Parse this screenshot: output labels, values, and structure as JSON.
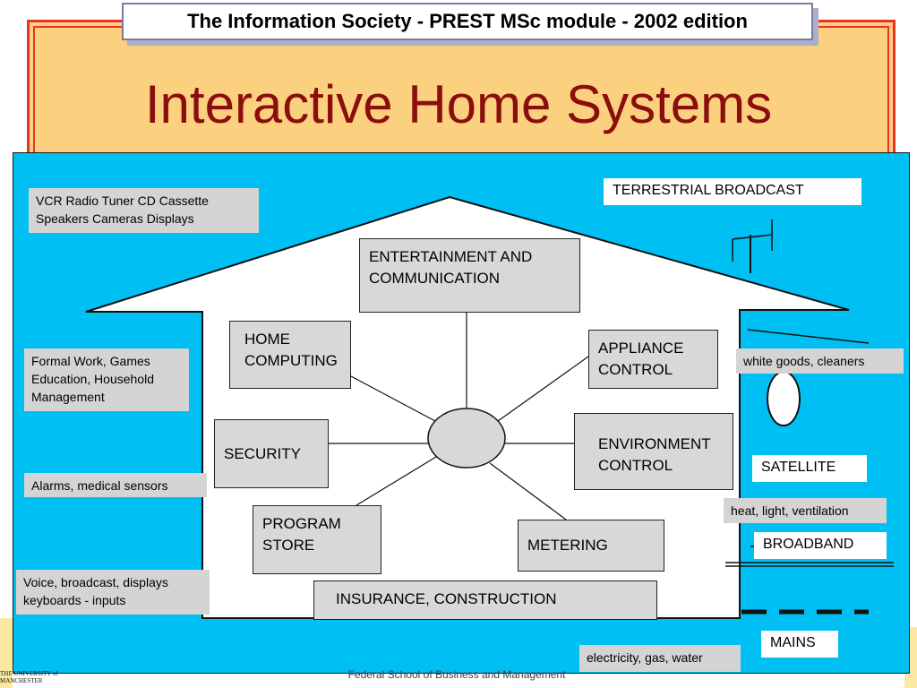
{
  "header": {
    "banner": "The Information Society - PREST MSc module - 2002 edition",
    "title": "Interactive Home Systems"
  },
  "hub": {
    "entertainment": "ENTERTAINMENT AND COMMUNICATION",
    "home_computing": "HOME COMPUTING",
    "appliance_control": "APPLIANCE CONTROL",
    "security": "SECURITY",
    "environment_control": "ENVIRONMENT CONTROL",
    "program_store": "PROGRAM STORE",
    "metering": "METERING",
    "insurance": "INSURANCE,  CONSTRUCTION"
  },
  "left_notes": {
    "devices": "VCR Radio Tuner CD Cassette Speakers Cameras Displays",
    "work": "Formal Work, Games Education, Household Management",
    "alarms": "Alarms, medical sensors",
    "inputs": "Voice, broadcast, displays keyboards - inputs"
  },
  "right_notes": {
    "terrestrial": "TERRESTRIAL BROADCAST",
    "white_goods": "white goods, cleaners",
    "satellite": "SATELLITE",
    "heat": "heat, light, ventilation",
    "broadband": "BROADBAND",
    "mains": "MAINS",
    "utilities": "electricity, gas, water"
  },
  "footer": {
    "school": "Federal School of Business and Management",
    "logo": "THE UNIVERSITY of MANCHESTER"
  },
  "colors": {
    "background_blue": "#00bff3",
    "title_red": "#8b0d0d",
    "frame_orange": "#fbd07f",
    "frame_red": "#e8322a",
    "box_grey": "#d8d8d8"
  }
}
